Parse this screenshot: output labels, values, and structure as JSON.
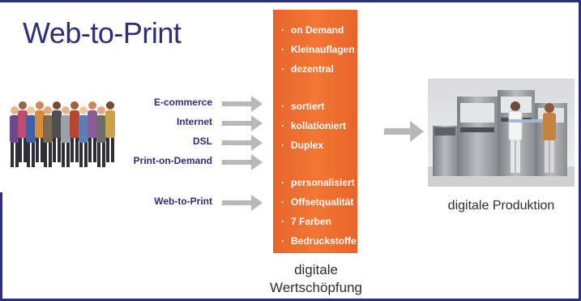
{
  "title": "Web-to-Print",
  "inputs": [
    "E-commerce",
    "Internet",
    "DSL",
    "Print-on-Demand",
    "Web-to-Print"
  ],
  "panel": {
    "items": [
      "on Demand",
      "Kleinauflagen",
      "dezentral",
      "sortiert",
      "kollationiert",
      "Duplex",
      "personalisiert",
      "Offsetqualität",
      "7 Farben",
      "Bedruckstoffe"
    ],
    "caption_line1": "digitale",
    "caption_line2": "Wertschöpfung"
  },
  "output": {
    "caption": "digitale Produktion"
  },
  "colors": {
    "title": "#2d3077",
    "panel": "#f27635",
    "arrow": "#b8b8bc",
    "frame": "#2e2f7a"
  },
  "icons": [
    "people-group-icon",
    "arrow-right-icon",
    "printing-press-photo"
  ]
}
